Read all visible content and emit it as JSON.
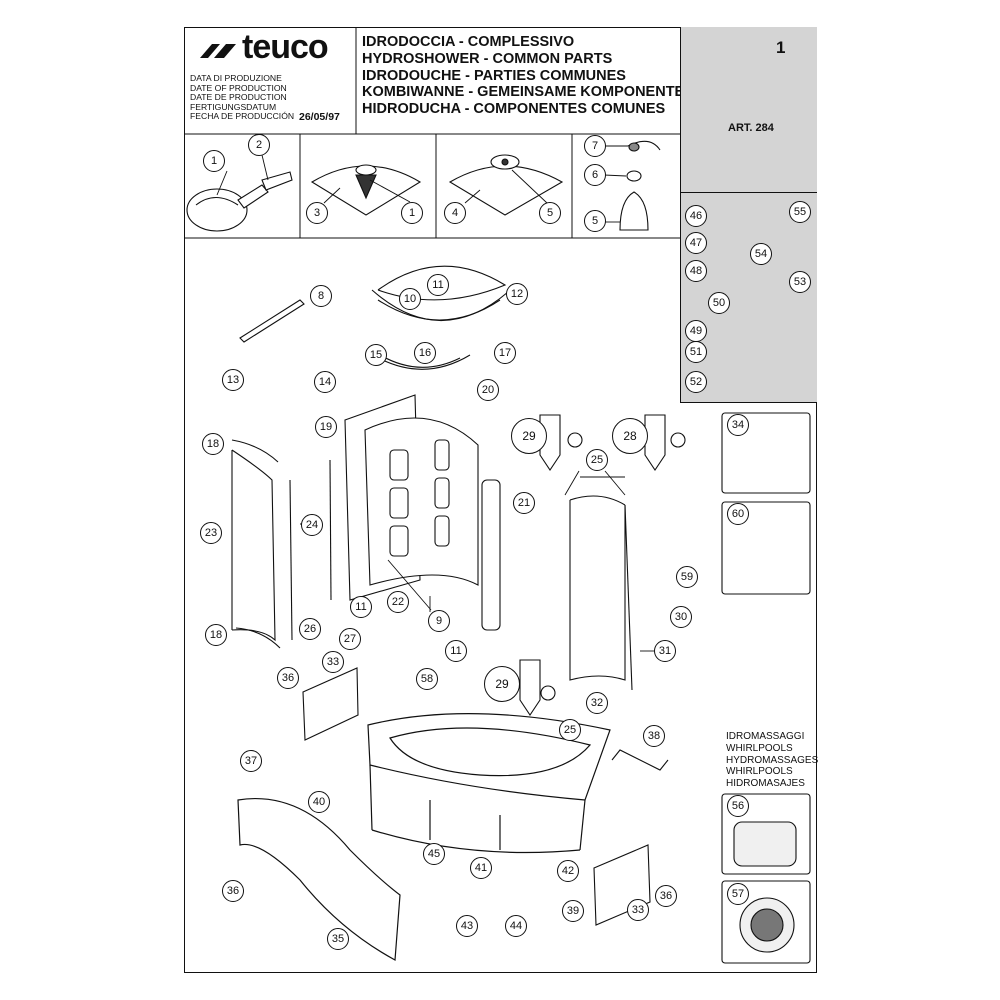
{
  "header": {
    "brand": "teuco",
    "date_labels": [
      "DATA DI PRODUZIONE",
      "DATE OF PRODUCTION",
      "DATE DE PRODUCTION",
      "FERTIGUNGSDATUM",
      "FECHA DE PRODUCCIÓN"
    ],
    "date": "26/05/97",
    "titles": [
      "IDRODOCCIA -  COMPLESSIVO",
      "HYDROSHOWER - COMMON PARTS",
      "IDRODOUCHE - PARTIES COMMUNES",
      "KOMBIWANNE - GEMEINSAME KOMPONENTEN",
      "HIDRODUCHA - COMPONENTES COMUNES"
    ],
    "page_number": "1",
    "article": "ART. 284"
  },
  "whirlpools_labels": [
    "IDROMASSAGGI",
    "WHIRLPOOLS",
    "HYDROMASSAGES",
    "WHIRLPOOLS",
    "HIDROMASAJES"
  ],
  "callouts": [
    {
      "label": "1"
    },
    {
      "label": "2"
    },
    {
      "label": "3"
    },
    {
      "label": "1"
    },
    {
      "label": "4"
    },
    {
      "label": "5"
    },
    {
      "label": "7"
    },
    {
      "label": "6"
    },
    {
      "label": "5"
    },
    {
      "label": "46"
    },
    {
      "label": "55"
    },
    {
      "label": "47"
    },
    {
      "label": "54"
    },
    {
      "label": "48"
    },
    {
      "label": "53"
    },
    {
      "label": "50"
    },
    {
      "label": "49"
    },
    {
      "label": "51"
    },
    {
      "label": "52"
    },
    {
      "label": "8"
    },
    {
      "label": "11"
    },
    {
      "label": "10"
    },
    {
      "label": "12"
    },
    {
      "label": "15"
    },
    {
      "label": "16"
    },
    {
      "label": "17"
    },
    {
      "label": "13"
    },
    {
      "label": "14"
    },
    {
      "label": "20"
    },
    {
      "label": "19"
    },
    {
      "label": "29"
    },
    {
      "label": "28"
    },
    {
      "label": "18"
    },
    {
      "label": "25"
    },
    {
      "label": "21"
    },
    {
      "label": "23"
    },
    {
      "label": "24"
    },
    {
      "label": "59"
    },
    {
      "label": "30"
    },
    {
      "label": "22"
    },
    {
      "label": "11"
    },
    {
      "label": "9"
    },
    {
      "label": "26"
    },
    {
      "label": "18"
    },
    {
      "label": "27"
    },
    {
      "label": "11"
    },
    {
      "label": "31"
    },
    {
      "label": "33"
    },
    {
      "label": "36"
    },
    {
      "label": "58"
    },
    {
      "label": "29"
    },
    {
      "label": "32"
    },
    {
      "label": "25"
    },
    {
      "label": "37"
    },
    {
      "label": "38"
    },
    {
      "label": "40"
    },
    {
      "label": "45"
    },
    {
      "label": "41"
    },
    {
      "label": "42"
    },
    {
      "label": "36"
    },
    {
      "label": "36"
    },
    {
      "label": "33"
    },
    {
      "label": "39"
    },
    {
      "label": "43"
    },
    {
      "label": "44"
    },
    {
      "label": "35"
    },
    {
      "label": "34"
    },
    {
      "label": "60"
    },
    {
      "label": "56"
    },
    {
      "label": "57"
    }
  ]
}
